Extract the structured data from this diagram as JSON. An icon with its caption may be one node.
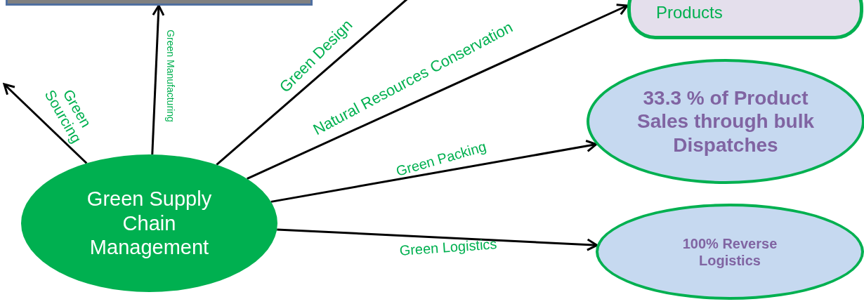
{
  "diagram": {
    "nodes": [
      {
        "text": [
          "Green Supply Chain Management"
        ]
      },
      {
        "text": [],
        "shape": "box"
      },
      {
        "text": [
          "Products"
        ]
      },
      {
        "text": [
          "33.3 % of Product Sales through bulk Dispatches"
        ]
      },
      {
        "text": [
          "100% Reverse Logistics"
        ]
      }
    ],
    "edges": [
      {
        "from": 0,
        "to": null,
        "arrow": "to",
        "label": "Green Sourcing"
      },
      {
        "from": 0,
        "to": 1,
        "arrow": "to",
        "label": "Green Manufacturing"
      },
      {
        "from": 0,
        "to": null,
        "arrow": "none",
        "label": "Green Design"
      },
      {
        "from": 0,
        "to": 2,
        "arrow": "to",
        "label": "Natural Resources Conservation"
      },
      {
        "from": 0,
        "to": 3,
        "arrow": "to",
        "label": "Green Packing"
      },
      {
        "from": 0,
        "to": 4,
        "arrow": "to",
        "label": "Green Logistics"
      }
    ]
  }
}
